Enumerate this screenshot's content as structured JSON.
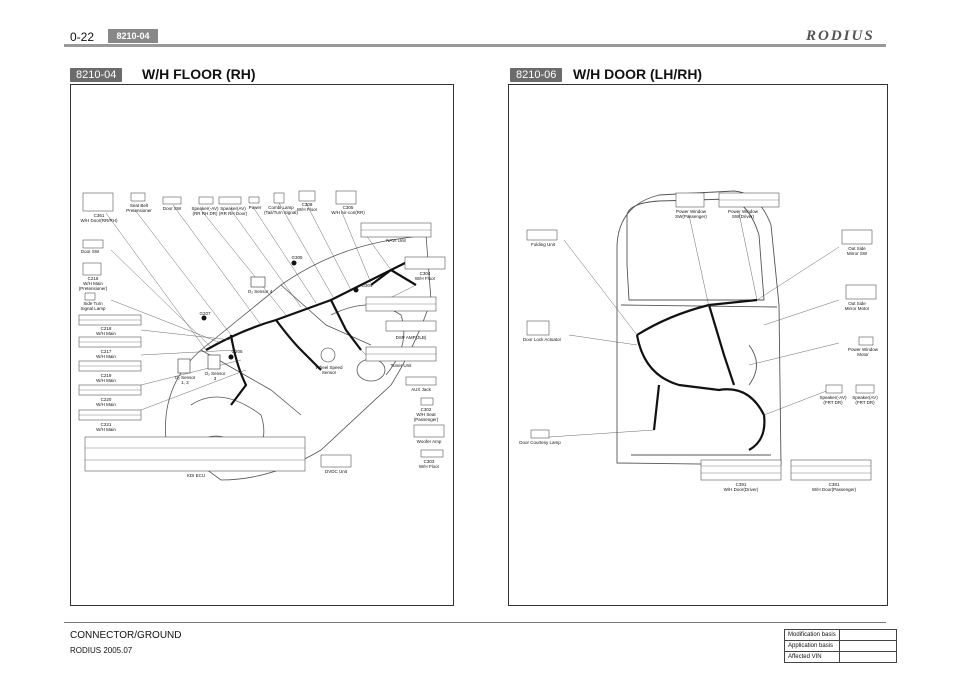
{
  "header": {
    "page_number": "0-22",
    "section_tag": "8210-04",
    "brand": "RODIUS"
  },
  "left_panel": {
    "badge": "8210-04",
    "title": "W/H FLOOR (RH)",
    "labels": {
      "c361": "C361\nW/H Door(RR/RH)",
      "seat_belt": "Seat Belt\nPretensioner",
      "door_sw_top": "Door SW",
      "speaker_av": "Speaker(-AV)\n(RR RH DR)",
      "speaker_av2": "Speaker(AV)\n(RR RH Door)",
      "power": "Power",
      "combi_lamp": "Combi Lamp\n(Tail/Turn Signal)",
      "c308": "C308\nW/H Floor",
      "c305": "C305\nW/H Air-con(RR)",
      "navi": "NAVI Unit",
      "door_sw": "Door SW",
      "c216": "C216\nW/H Main\n(Pretensioner)",
      "side_turn": "Side Turn\nSignal Lamp",
      "c304": "C304\nW/H Floor",
      "g305": "G305",
      "g304": "G304",
      "o2_4": "O₂ Sensor 4",
      "g207": "G207",
      "g205": "G205",
      "o2_12": "O₂ Sensor\n1, 2",
      "o2_3": "O₂ Sensor\n3",
      "c218": "C218\nW/H Main",
      "c217": "C217\nW/H Main",
      "c219": "C219\nW/H Main",
      "c220": "C220\nW/H Main",
      "c221": "C221\nW/H Main",
      "dsp_amp": "DSP AMP(JLB)",
      "tuner": "Tuner Unit",
      "wheel_speed": "Wheel Speed\nSensor",
      "aux_jack": "AUX Jack",
      "c302": "C302\nW/H Seat\n(Passenger)",
      "woofer": "Woofer Amp",
      "c303": "C303\nW/H Floor",
      "dvdc": "DVDC Unit",
      "ecu": "KDI ECU"
    }
  },
  "right_panel": {
    "badge": "8210-06",
    "title": "W/H DOOR (LH/RH)",
    "labels": {
      "pw_pass": "Power Window\nSW(Passenger)",
      "pw_drv": "Power Window\nSW(Driver)",
      "folding": "Folding Unit",
      "out_mirror_sw": "Out Side\nMirror SW",
      "out_mirror_motor": "Out Side\nMirror Motor",
      "door_lock": "Door Lock Actuator",
      "pw_motor": "Power Window\nMotor",
      "spk_neg": "Speaker(-AV)\n(FRT DR)",
      "spk_pos": "Speaker(AV)\n(FRT DR)",
      "courtesy": "Door Courtesy Lamp",
      "c391_drv": "C391\nW/H Door(Driver)",
      "c381_pass": "C381\nW/H Door(Passenger)"
    }
  },
  "footer": {
    "line1": "CONNECTOR/GROUND",
    "line2": "RODIUS 2005.07",
    "modification_basis": "Modification basis",
    "application_basis": "Application basis",
    "affected_vin": "Affected VIN"
  },
  "colors": {
    "badge_bg": "#6b6b6b",
    "rule": "#999999"
  }
}
